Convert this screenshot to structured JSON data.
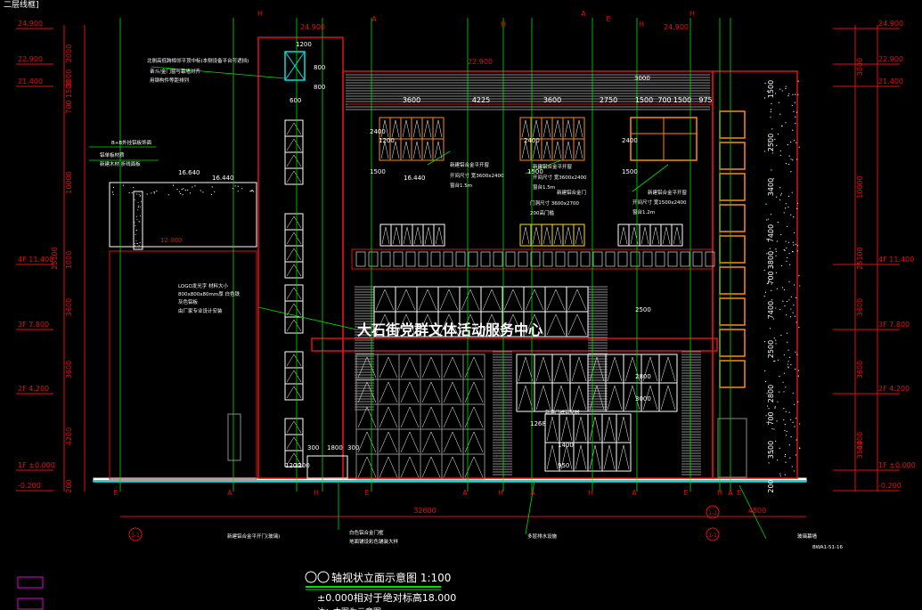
{
  "colors": {
    "background": "#000000",
    "red": "#e01010",
    "green": "#00e000",
    "white": "#ffffff",
    "orange": "#ff8c10",
    "gray": "#8c8c8c",
    "cyan": "#00e0e0",
    "yellow": "#ffe000",
    "magenta": "#e000e0",
    "blue": "#3060ff"
  },
  "corner_label": "二层线框]",
  "building_name": "大石街党群文体活动服务中心",
  "left_levels": [
    "24.900",
    "22.900",
    "21.400",
    "4F 11.400",
    "3F 7.800",
    "2F 4.200",
    "1F ±0.000",
    "-0.200"
  ],
  "right_levels": [
    "24.900",
    "22.900",
    "21.400",
    "4F 11.400",
    "3F 7.800",
    "2F 4.200",
    "1F ±0.000",
    "-0.200"
  ],
  "left_dims_a": [
    "2000",
    "3000",
    "1500",
    "700",
    "10000",
    "1000",
    "3600",
    "3600",
    "4200",
    "200"
  ],
  "left_dims_b": [
    "25100"
  ],
  "right_dims_a": [
    "1500",
    "2500",
    "3400",
    "7400",
    "3800",
    "700",
    "7400",
    "2500",
    "2800",
    "700",
    "3500",
    "200"
  ],
  "right_dims_b": [
    "25100",
    "10000",
    "3000",
    "3600",
    "3600",
    "4400",
    "3500"
  ],
  "top_levels": [
    "24.900",
    "22.900",
    "24.900"
  ],
  "mid_levels": [
    "16.640",
    "16.440",
    "16.440",
    "12.000"
  ],
  "top_dims": [
    "3600",
    "4225",
    "3600",
    "2750",
    "1500",
    "700",
    "1500",
    "975"
  ],
  "small_dims": [
    "1200",
    "800",
    "600",
    "800",
    "1200",
    "2400",
    "1500",
    "2400",
    "1500",
    "2400",
    "1500",
    "1200",
    "300",
    "1800",
    "300",
    "1200",
    "1268",
    "1400",
    "950",
    "2500",
    "2800",
    "3000",
    "3000"
  ],
  "bottom_dims": [
    "32600",
    "4800"
  ],
  "grid_axes": [
    "E",
    "A",
    "H",
    "E",
    "A",
    "H",
    "A",
    "H",
    "A",
    "E",
    "H",
    "A",
    "E"
  ],
  "top_axes": [
    "H",
    "A",
    "H",
    "A",
    "E",
    "H",
    "H"
  ],
  "axis_bubbles": [
    "1-1",
    "1-1",
    "1-1"
  ],
  "annotations": [
    "北侧高低跨相邻平顶中标(本侧设备平台可遮挡)",
    "奋斗/金门窗与幕墙对齐",
    "用钢构件等距排列",
    "B+B外挂铝板饰面",
    "铝单板材质",
    "新建木材 折线面板",
    "LOGO发光字 材料大小",
    "800x800x80mm厚 白色铁",
    "灰色铝板",
    "由厂家专业设计安装",
    "新建铝合金平开窗",
    "开间尺寸 宽3600x2400",
    "窗台1.5m",
    "新建铝合金平开窗",
    "开间尺寸 宽3600x2400",
    "窗台1.5m",
    "新建铝合金门",
    "门洞尺寸 3600x2700",
    "200高门槛",
    "新建铝合金平开窗",
    "开间尺寸 宽1500x2400",
    "窗台1.2m",
    "新建门框铝型材",
    "新建铝合金平开门(玻璃)",
    "白色铝合金门框",
    "地面铺设彩色铺装大样",
    "多层排水设施",
    "玻璃幕墙",
    "BWA1-51-16"
  ],
  "title": {
    "main": "轴视状立面示意图 1:100",
    "note1": "±0.000相对于绝对标高18.000",
    "note2": "注：本图为示意图"
  }
}
